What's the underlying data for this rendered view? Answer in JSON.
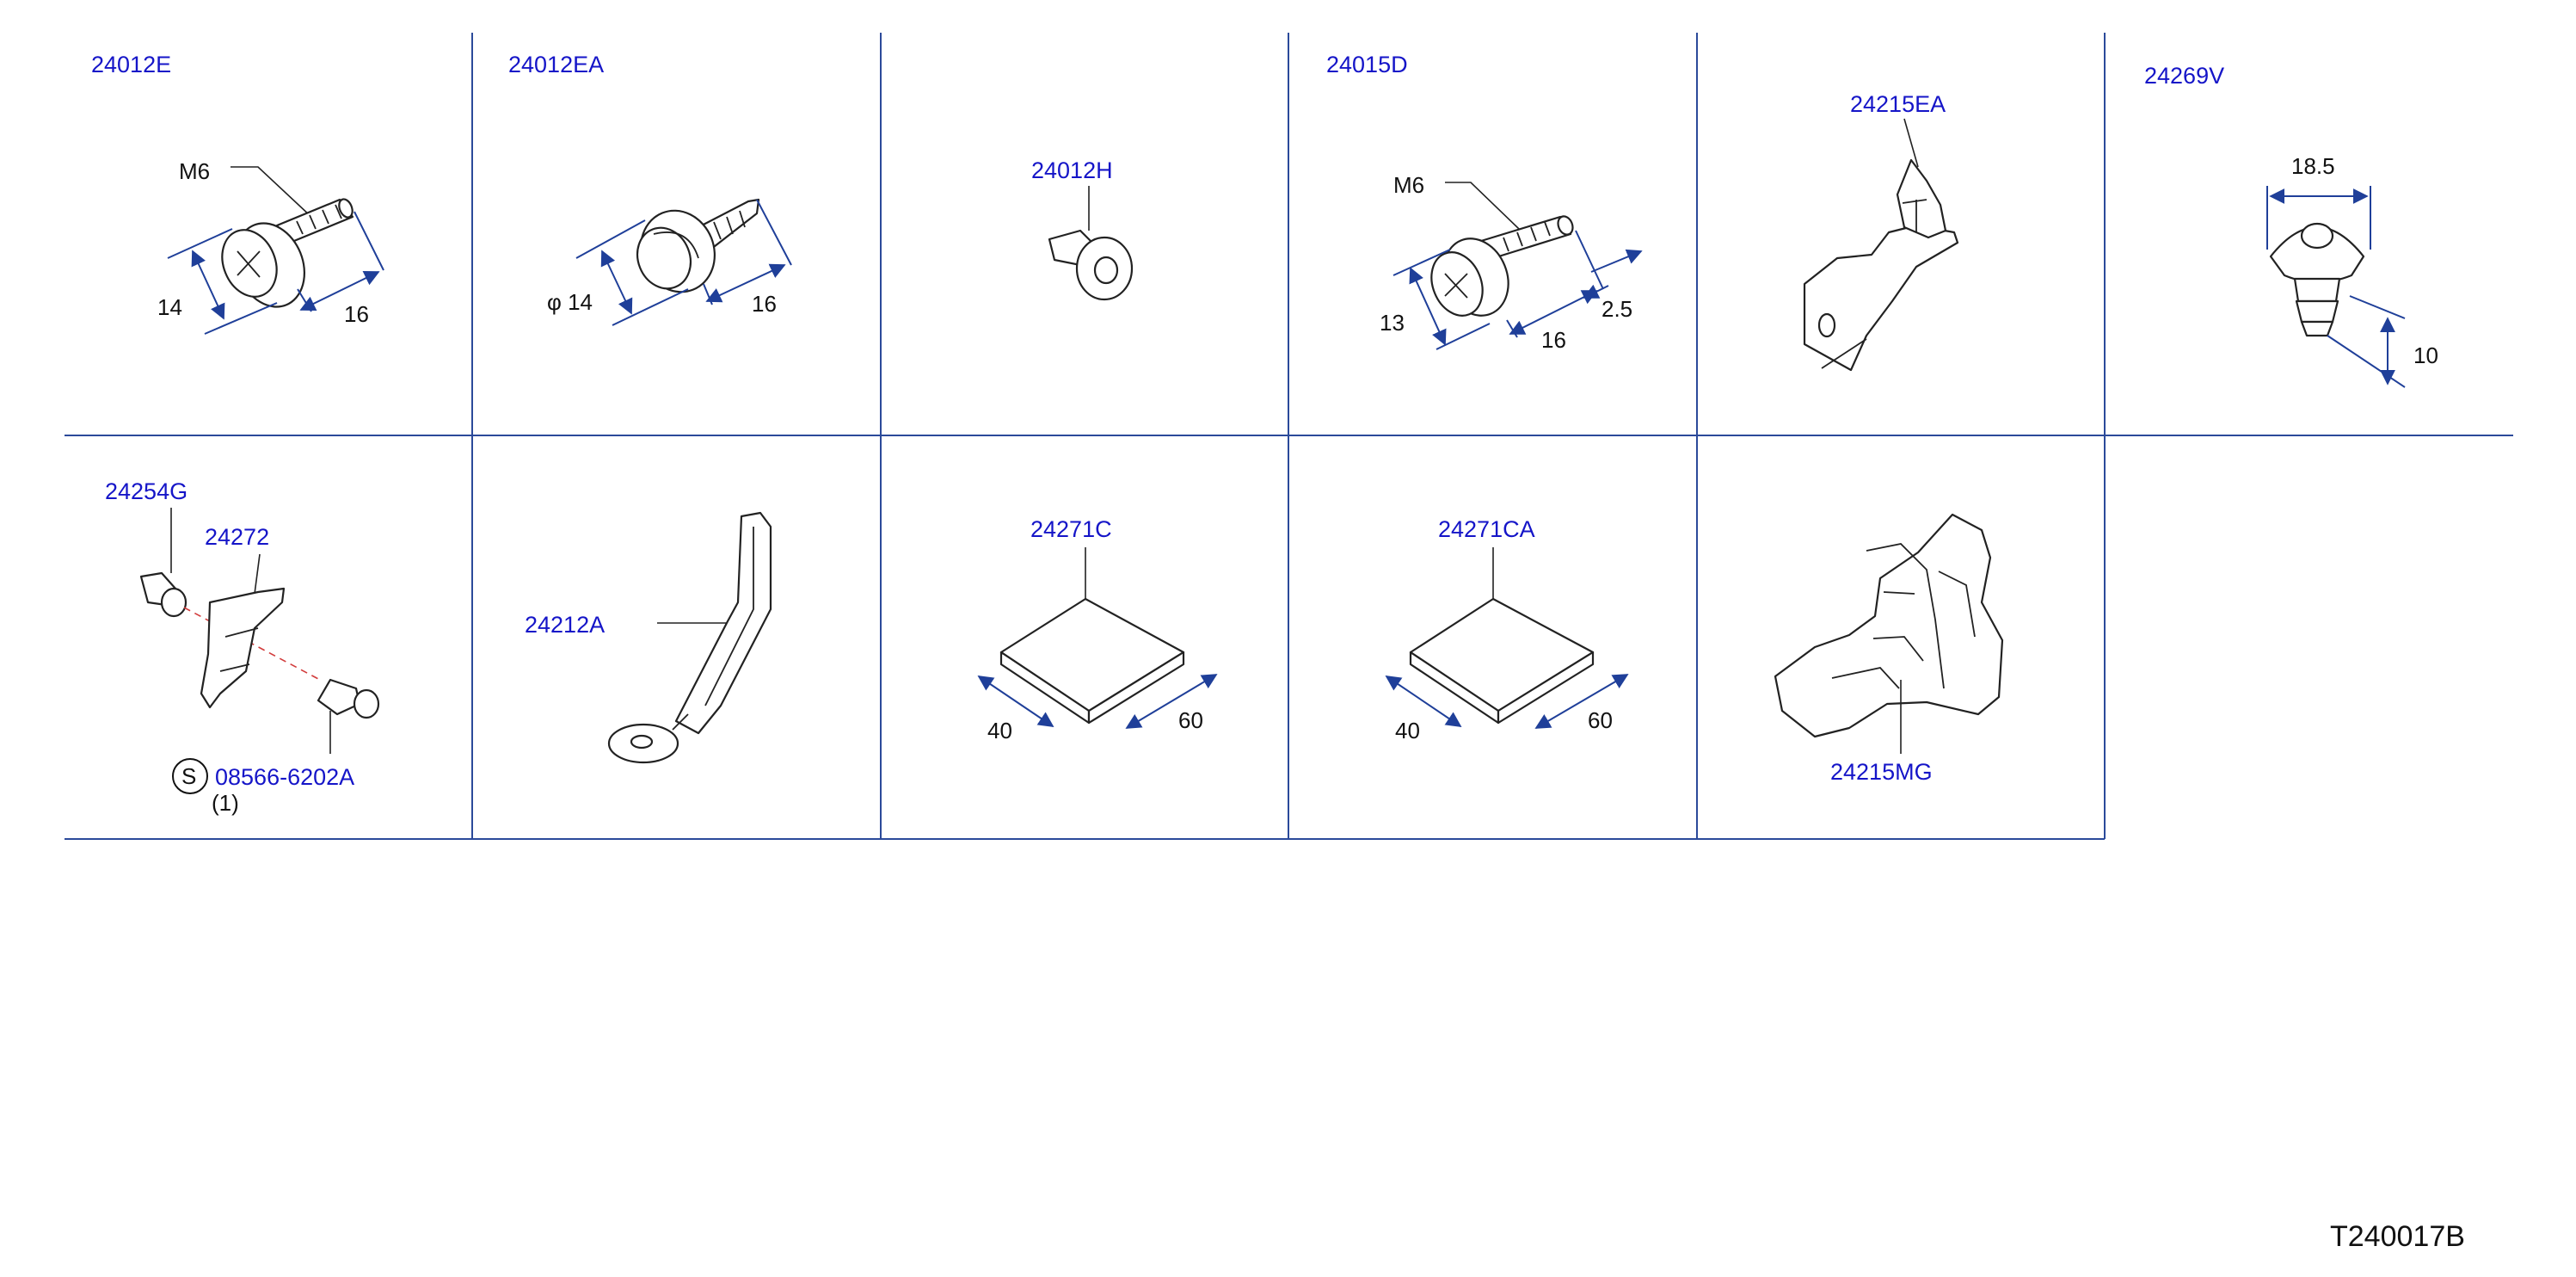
{
  "parts": {
    "p24012E": "24012E",
    "p24012EA": "24012EA",
    "p24012H": "24012H",
    "p24015D": "24015D",
    "p24215EA": "24215EA",
    "p24269V": "24269V",
    "p24254G": "24254G",
    "p24272": "24272",
    "p08566": "08566-6202A",
    "p24212A": "24212A",
    "p24271C": "24271C",
    "p24271CA": "24271CA",
    "p24215MG": "24215MG"
  },
  "dims": {
    "e_thread": "M6",
    "e_head": "14",
    "e_len": "16",
    "ea_dia": "φ 14",
    "ea_len": "16",
    "d_thread": "M6",
    "d_head": "13",
    "d_len": "16",
    "d_tip": "2.5",
    "v_dia": "18.5",
    "v_len": "10",
    "c_w": "40",
    "c_l": "60",
    "ca_w": "40",
    "ca_l": "60"
  },
  "standard_symbol": "S",
  "quantity_note": "(1)",
  "diagram_id": "T240017B",
  "colors": {
    "label": "#1515c8",
    "grid": "#2b4a9a",
    "dimension": "#1f3f99"
  }
}
